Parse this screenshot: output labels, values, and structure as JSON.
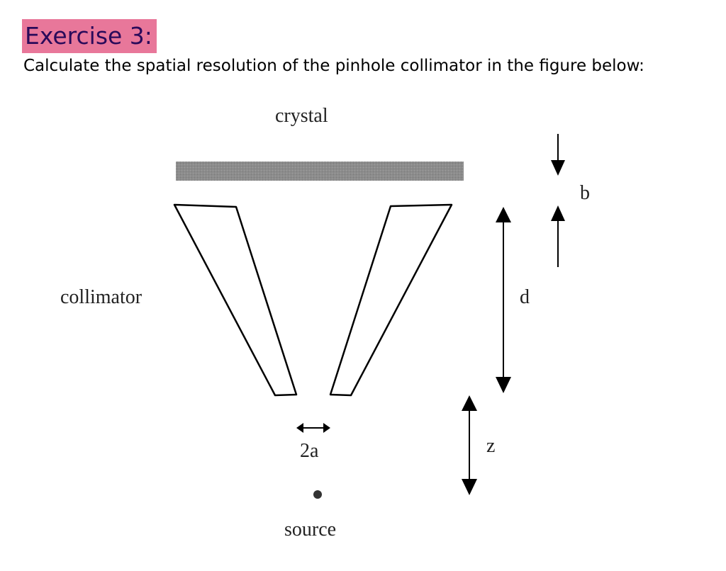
{
  "header": {
    "title": "Exercise 3:",
    "instruction": "Calculate the spatial resolution of the pinhole collimator in the figure below:"
  },
  "diagram": {
    "labels": {
      "crystal": "crystal",
      "collimator": "collimator",
      "b": "b",
      "d": "d",
      "z": "z",
      "aperture": "2a",
      "source": "source"
    },
    "colors": {
      "title_highlight": "#e8779a",
      "title_text": "#2a0a5a",
      "crystal_fill": "#8c8c8c",
      "line": "#000000"
    }
  }
}
